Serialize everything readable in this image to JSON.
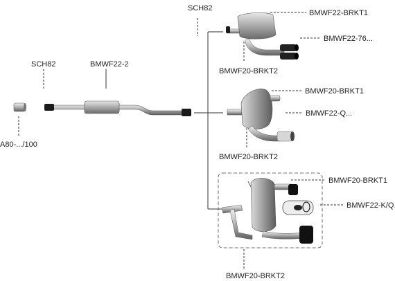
{
  "labels": {
    "sch82_top": "SCH82",
    "sch82_left": "SCH82",
    "mid_pipe": "BMWF22-2",
    "adapter": "A80-.../100",
    "v1_bracket_top": "BMWF22-BRKT1",
    "v1_muffler": "BMWF22-76...",
    "v1_bracket_bottom": "BMWF20-BRKT2",
    "v2_bracket_top": "BMWF20-BRKT1",
    "v2_muffler": "BMWF22-Q...",
    "v2_bracket_bottom": "BMWF20-BRKT2",
    "v3_bracket_top": "BMWF20-BRKT1",
    "v3_muffler": "BMWF22-K/Q...",
    "v3_bracket_bottom": "BMWF20-BRKT2"
  },
  "colors": {
    "line": "#333333",
    "metal_light": "#d8d8d8",
    "metal_mid": "#a8a8a8",
    "metal_dark": "#5a5a5a",
    "tip_black": "#111111"
  },
  "icons": {
    "remote": "remote-control-icon"
  }
}
